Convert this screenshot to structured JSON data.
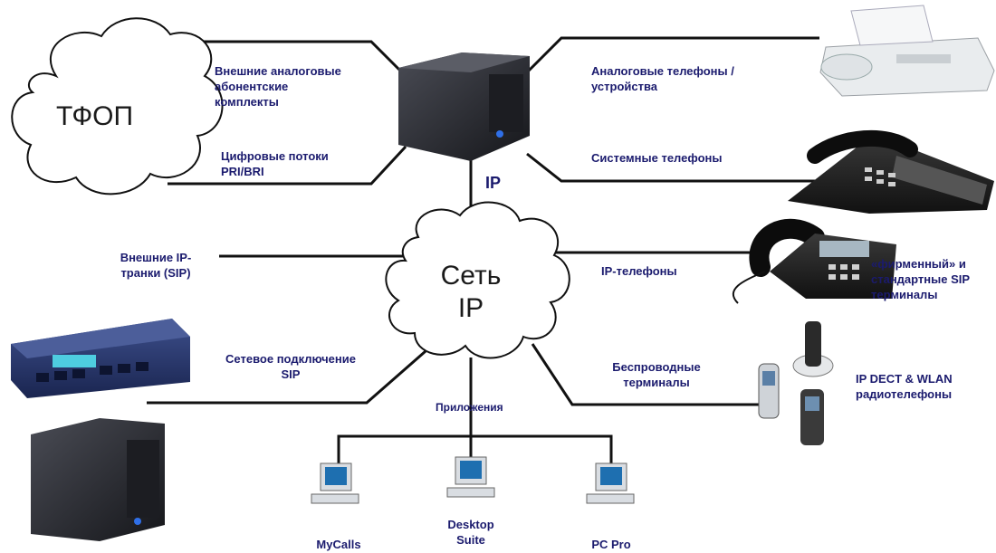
{
  "labels": {
    "pstn_cloud": "ТФОП",
    "ip_cloud_line1": "Сеть",
    "ip_cloud_line2": "IP",
    "ip_link": "IP",
    "ext_analog_trunks": "Внешние аналоговые\nабонентские\nкомплекты",
    "digital_streams": "Цифровые потоки\nPRI/BRI",
    "analog_phones": "Аналоговые телефоны /\nустройства",
    "system_phones": "Системные телефоны",
    "ext_ip_trunks": "Внешние IP-\nтранки (SIP)",
    "ip_phones": "IP-телефоны",
    "branded_sip": "«фирменный» и\nстандартные SIP\nтерминалы",
    "sip_network": "Сетевое подключение\nSIP",
    "wireless_terminals": "Беспроводные\nтерминалы",
    "dect_wlan": "IP DECT & WLAN\nрадиотелефоны",
    "applications": "Приложения",
    "mycalls": "MyCalls",
    "desktop_suite": "Desktop\nSuite",
    "pc_pro": "PC Pro"
  },
  "colors": {
    "label_text": "#1b1b6e",
    "line": "#111111",
    "pbx_body": "#2a2c33",
    "blade_body": "#2b3a6b",
    "cloud_fill": "#ffffff"
  }
}
